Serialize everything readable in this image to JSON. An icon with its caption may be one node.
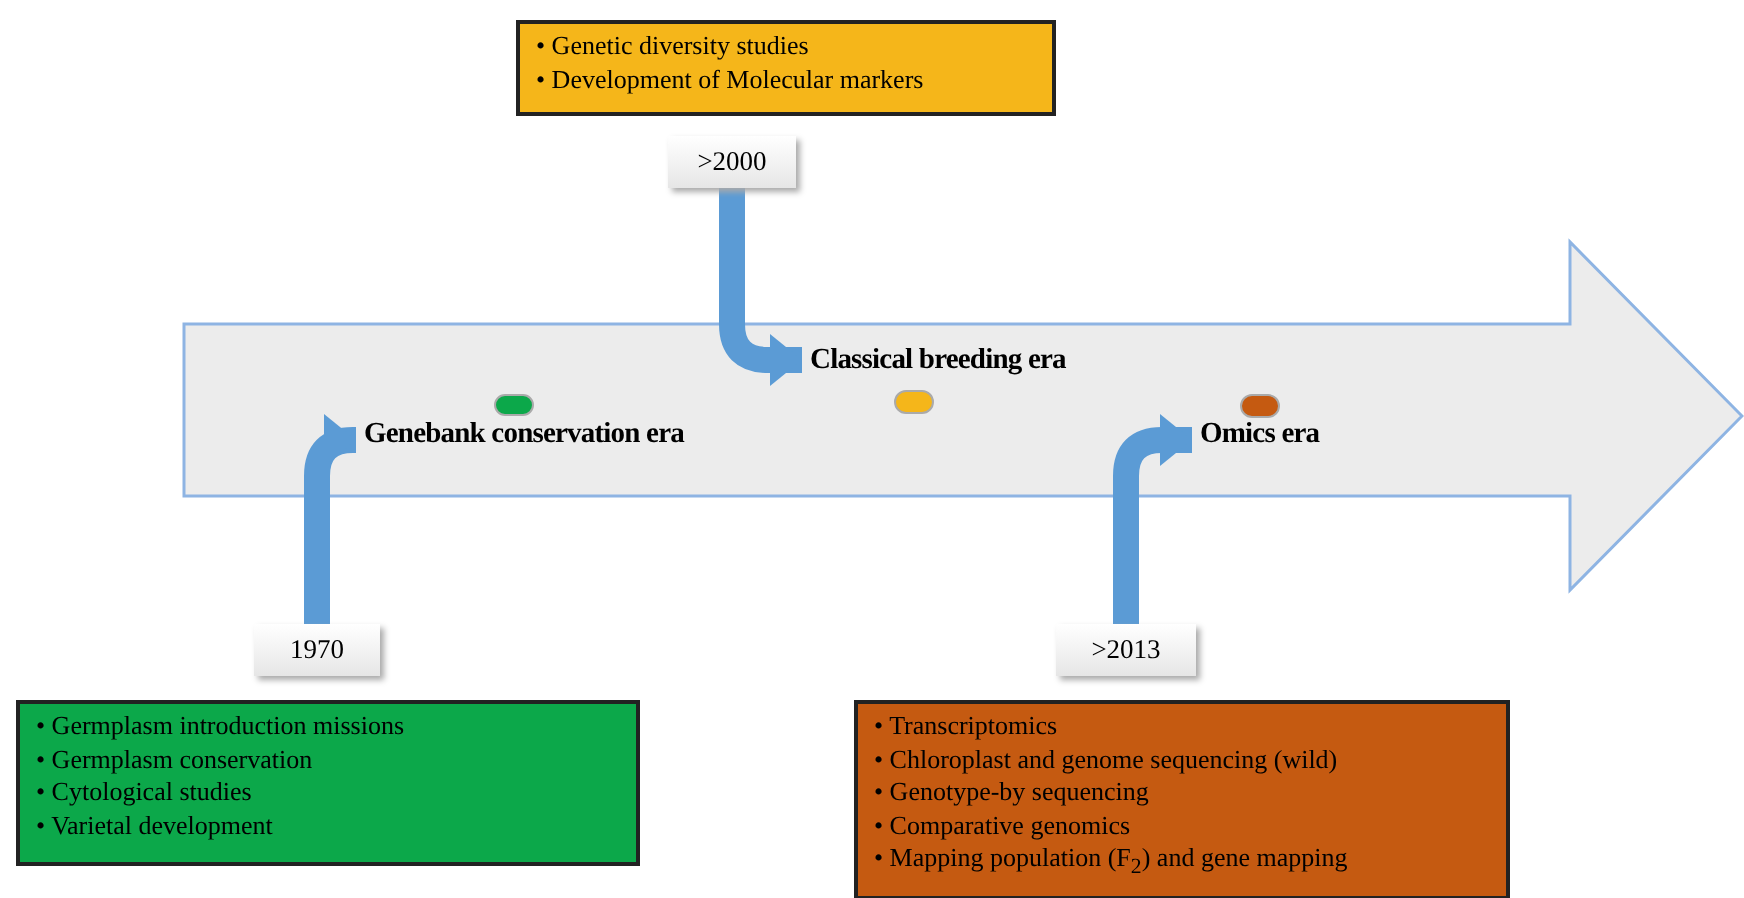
{
  "diagram": {
    "nodes": [
      {
        "text": [
          "• Genetic diversity studies",
          "• Development of Molecular markers"
        ]
      },
      {
        "text": [
          ">2000"
        ]
      },
      {
        "text": [],
        "shape": "arrow"
      },
      {
        "text": [
          "Classical breeding era"
        ],
        "in": 2
      },
      {
        "text": [],
        "shape": "circle",
        "in": 2
      },
      {
        "text": [],
        "shape": "circle",
        "in": 2
      },
      {
        "text": [],
        "shape": "circle",
        "in": 2
      },
      {
        "text": [
          "Genebank conservation era"
        ],
        "in": 2
      },
      {
        "text": [
          "Omics era"
        ],
        "in": 2
      },
      {
        "text": [
          "1970"
        ]
      },
      {
        "text": [
          ">2013"
        ]
      },
      {
        "text": [
          "• Germplasm introduction missions",
          "• Germplasm conservation",
          "• Cytological studies",
          "• Varietal development"
        ]
      },
      {
        "text": [
          "• Transcriptomics",
          "• Chloroplast and genome sequencing (wild)",
          "• Genotype-by sequencing",
          "• Comparative genomics",
          "• Mapping population (F$_{2}$) and gene mapping"
        ]
      }
    ],
    "edges": [
      {
        "from": 1,
        "to": 3,
        "arrow": "to"
      },
      {
        "from": 9,
        "to": 7,
        "arrow": "to"
      },
      {
        "from": 10,
        "to": 8,
        "arrow": "to"
      }
    ]
  }
}
